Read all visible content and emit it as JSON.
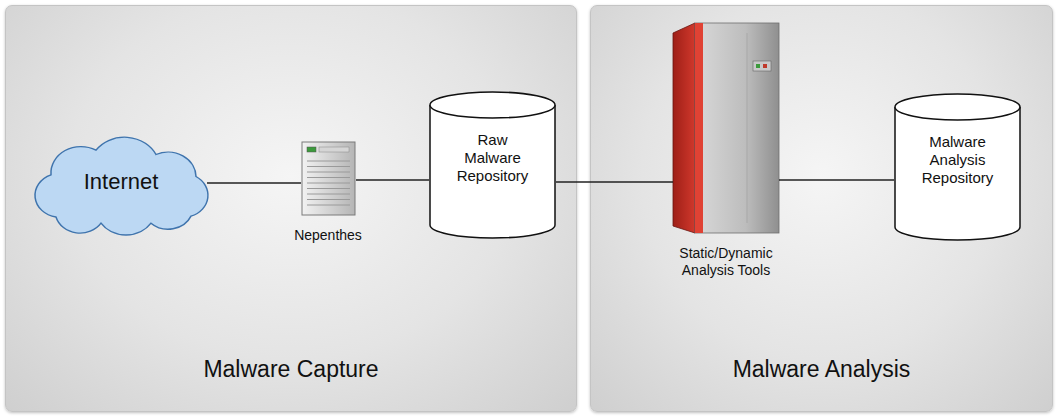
{
  "diagram": {
    "nodes": [
      {
        "text": [
          "Malware Capture"
        ]
      },
      {
        "text": [
          "Internet"
        ],
        "in": 0
      },
      {
        "text": [
          "Nepenthes"
        ],
        "in": 0
      },
      {
        "text": [
          "Raw Malware Repository"
        ],
        "in": 0
      },
      {
        "text": [
          "Malware Analysis"
        ]
      },
      {
        "text": [
          "Static/Dynamic Analysis Tools"
        ],
        "in": 4
      },
      {
        "text": [
          "Malware Analysis Repository"
        ],
        "in": 4
      }
    ],
    "edges": [
      {
        "from": 1,
        "to": 2,
        "arrow": "none"
      },
      {
        "from": 2,
        "to": 3,
        "arrow": "none"
      },
      {
        "from": 3,
        "to": 5,
        "arrow": "none"
      },
      {
        "from": 5,
        "to": 6,
        "arrow": "none"
      }
    ]
  }
}
